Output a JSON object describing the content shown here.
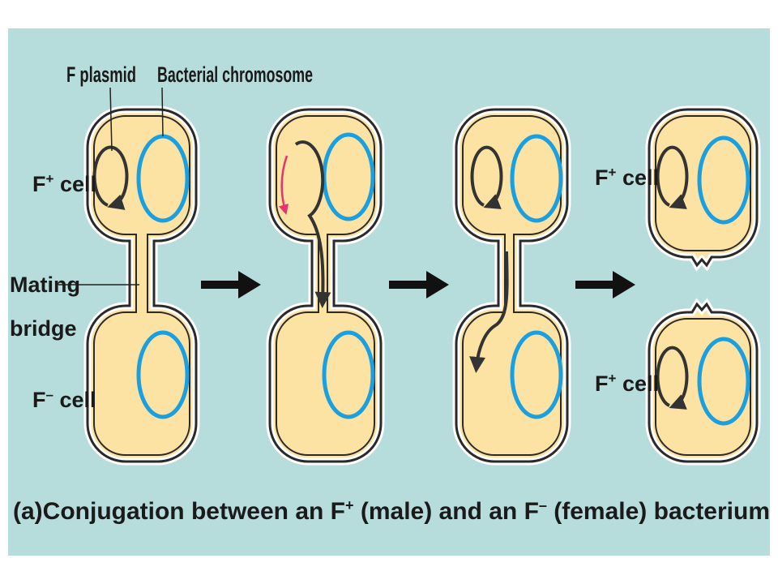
{
  "labels": {
    "f_plasmid": "F plasmid",
    "bacterial_chromosome": "Bacterial chromosome",
    "f_plus_cell": "F",
    "f_plus_sup": "+",
    "cell_word": " cell",
    "f_minus_sup": "–",
    "mating": "Mating",
    "bridge": "bridge"
  },
  "caption": {
    "panel": "(a)",
    "text_1": "Conjugation between an F",
    "sup_plus": "+",
    "text_2": " (male) and an F",
    "sup_minus": "–",
    "text_3": " (female) bacterium"
  },
  "colors": {
    "background": "#b7dcdc",
    "cell_fill": "#fde3a3",
    "cell_outline": "#2a2a2a",
    "chromosome": "#1aa0e0",
    "plasmid": "#333333",
    "transfer_arrow": "#e8336a",
    "arrow": "#111111"
  }
}
